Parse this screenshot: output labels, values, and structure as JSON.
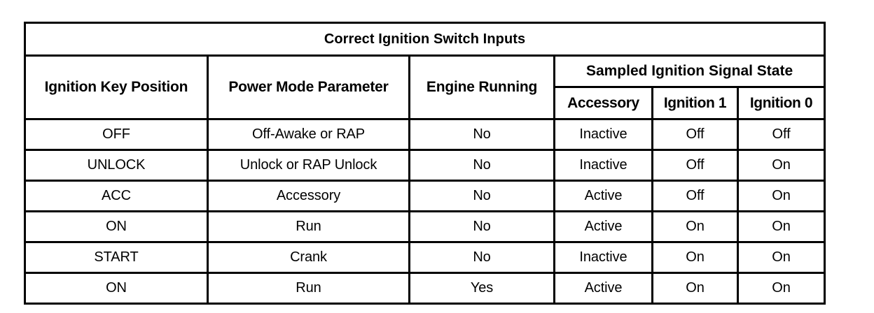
{
  "table": {
    "title": "Correct Ignition Switch Inputs",
    "headers": {
      "ignition_key_position": "Ignition Key Position",
      "power_mode_parameter": "Power Mode Parameter",
      "engine_running": "Engine Running",
      "sampled_group": "Sampled Ignition Signal State",
      "accessory": "Accessory",
      "ignition_1": "Ignition 1",
      "ignition_0": "Ignition 0"
    },
    "rows": [
      {
        "key_position": "OFF",
        "power_mode": "Off-Awake or RAP",
        "engine_running": "No",
        "accessory": "Inactive",
        "ignition_1": "Off",
        "ignition_0": "Off"
      },
      {
        "key_position": "UNLOCK",
        "power_mode": "Unlock or RAP Unlock",
        "engine_running": "No",
        "accessory": "Inactive",
        "ignition_1": "Off",
        "ignition_0": "On"
      },
      {
        "key_position": "ACC",
        "power_mode": "Accessory",
        "engine_running": "No",
        "accessory": "Active",
        "ignition_1": "Off",
        "ignition_0": "On"
      },
      {
        "key_position": "ON",
        "power_mode": "Run",
        "engine_running": "No",
        "accessory": "Active",
        "ignition_1": "On",
        "ignition_0": "On"
      },
      {
        "key_position": "START",
        "power_mode": "Crank",
        "engine_running": "No",
        "accessory": "Inactive",
        "ignition_1": "On",
        "ignition_0": "On"
      },
      {
        "key_position": "ON",
        "power_mode": "Run",
        "engine_running": "Yes",
        "accessory": "Active",
        "ignition_1": "On",
        "ignition_0": "On"
      }
    ]
  },
  "colors": {
    "border": "#000000",
    "text": "#000000",
    "background": "#ffffff"
  }
}
